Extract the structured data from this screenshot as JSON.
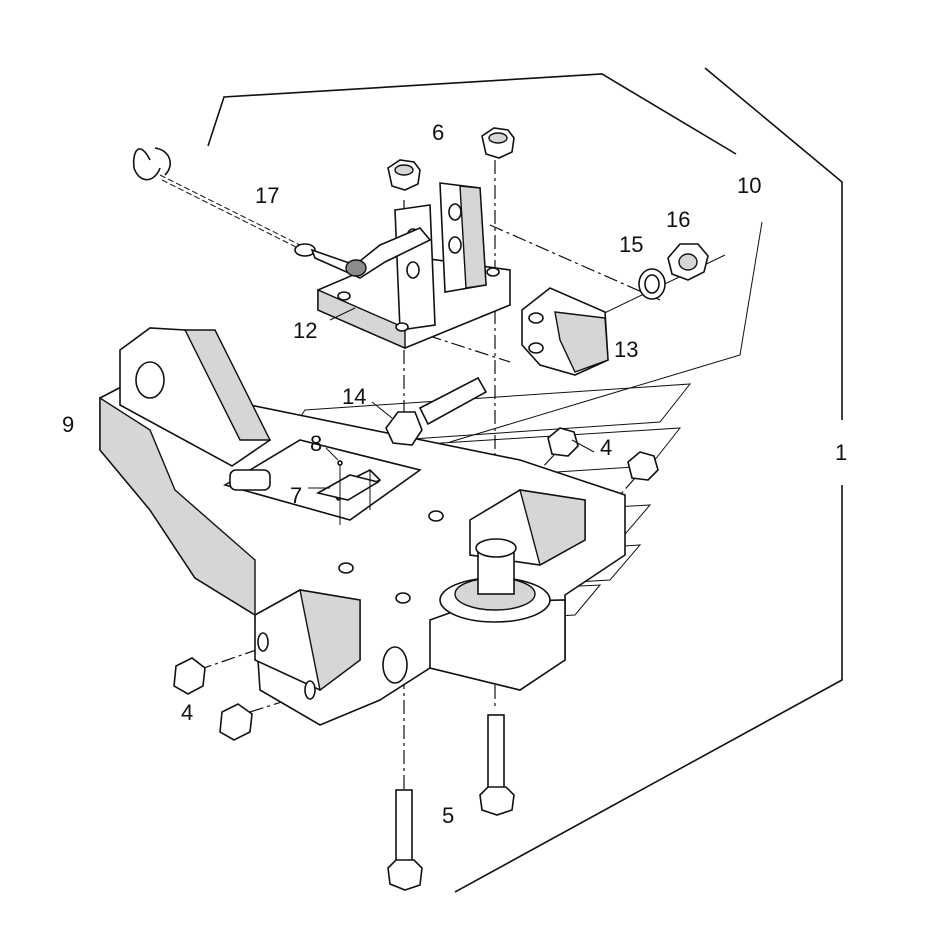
{
  "callouts": [
    {
      "id": "c1",
      "text": "1"
    },
    {
      "id": "c4a",
      "text": "4"
    },
    {
      "id": "c4b",
      "text": "4"
    },
    {
      "id": "c5",
      "text": "5"
    },
    {
      "id": "c6",
      "text": "6"
    },
    {
      "id": "c7",
      "text": "7"
    },
    {
      "id": "c8",
      "text": "8"
    },
    {
      "id": "c9",
      "text": "9"
    },
    {
      "id": "c10",
      "text": "10"
    },
    {
      "id": "c12",
      "text": "12"
    },
    {
      "id": "c13",
      "text": "13"
    },
    {
      "id": "c14",
      "text": "14"
    },
    {
      "id": "c15",
      "text": "15"
    },
    {
      "id": "c16",
      "text": "16"
    },
    {
      "id": "c17",
      "text": "17"
    }
  ]
}
